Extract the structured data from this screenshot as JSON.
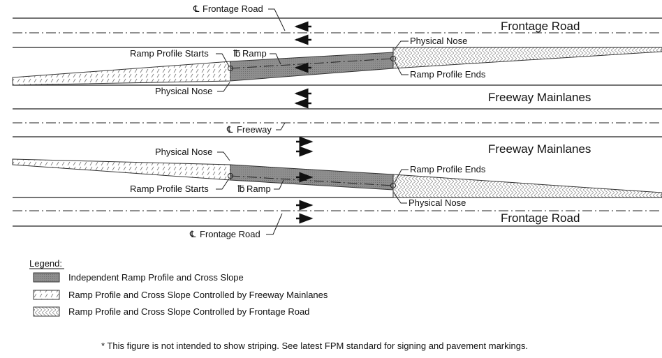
{
  "top": {
    "cl_frontage": "Frontage Road",
    "frontage_road": "Frontage Road",
    "ramp_profile_starts": "Ramp Profile Starts",
    "bl_ramp": "Ramp",
    "physical_nose_right": "Physical Nose",
    "ramp_profile_ends": "Ramp Profile Ends",
    "physical_nose_left": "Physical Nose",
    "freeway_mainlanes": "Freeway Mainlanes"
  },
  "middle": {
    "cl_freeway": "Freeway"
  },
  "bottom": {
    "freeway_mainlanes": "Freeway Mainlanes",
    "physical_nose_left": "Physical Nose",
    "ramp_profile_ends": "Ramp Profile Ends",
    "ramp_profile_starts": "Ramp Profile Starts",
    "bl_ramp": "Ramp",
    "physical_nose_right": "Physical Nose",
    "frontage_road": "Frontage Road",
    "cl_frontage": "Frontage Road"
  },
  "legend": {
    "title": "Legend:",
    "items": [
      {
        "label": "Independent Ramp Profile and Cross Slope"
      },
      {
        "label": "Ramp Profile and Cross Slope Controlled by Freeway Mainlanes"
      },
      {
        "label": "Ramp Profile and Cross Slope Controlled by Frontage Road"
      }
    ]
  },
  "footnote": "* This figure is not intended to show striping. See latest FPM standard for signing and pavement markings.",
  "symbols": {
    "centerline": "℄",
    "baseline": "℔"
  },
  "colors": {
    "independent_fill": "#8a8a8a",
    "line": "#222222"
  }
}
